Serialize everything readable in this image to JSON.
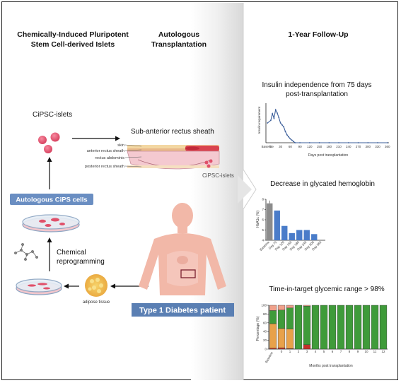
{
  "header": {
    "left_title": "Chemically-Induced Pluripotent",
    "left_title2": "Stem Cell-derived Islets",
    "mid_title": "Autologous",
    "mid_title2": "Transplantation",
    "right_title": "1-Year Follow-Up"
  },
  "left": {
    "islets_label": "CiPSC-islets",
    "cells_label": "Autologous CiPS cells",
    "chem1": "Chemical",
    "chem2": "reprogramming",
    "adipose_label": "adipose tissue",
    "patient_label": "Type 1 Diabetes patient"
  },
  "surgery": {
    "title": "Sub-anterior rectus sheath",
    "layers": [
      "skin",
      "anterior rectus sheath",
      "rectus abdominis",
      "posterior rectus sheath"
    ],
    "islets_tag": "CiPSC-islets"
  },
  "panel1": {
    "title1": "Insulin independence from 75 days",
    "title2": "post-transplantation",
    "ylabel": "Insulin requirement",
    "xlabel": "Days post transplantation",
    "baseline": "Baseline"
  },
  "panel2": {
    "title": "Decrease in glycated hemoglobin",
    "ylabel": "HbA1c (%)"
  },
  "panel3": {
    "title": "Time-in-target glycemic range > 98%",
    "ylabel": "Percentage (%)",
    "xlabel": "Months post transplantation"
  },
  "colors": {
    "accent": "#5a7fb3",
    "bar_blue": "#4a7cc9",
    "bar_grey": "#8c8c8c",
    "green": "#3f9b3a",
    "orange": "#e8a14a",
    "red": "#c4302b",
    "islet": "#e0506a"
  },
  "chart_data": [
    {
      "type": "line",
      "title": "Insulin independence from 75 days post-transplantation",
      "xlabel": "Days post transplantation",
      "ylabel": "Insulin requirement",
      "x_ticks": [
        "Baseline",
        "0",
        "30",
        "60",
        "90",
        "120",
        "150",
        "180",
        "210",
        "240",
        "270",
        "300",
        "330",
        "360"
      ],
      "x": [
        -10,
        0,
        5,
        10,
        15,
        20,
        25,
        30,
        35,
        40,
        45,
        50,
        55,
        60,
        65,
        70,
        75,
        90,
        120,
        150,
        180,
        210,
        240,
        270,
        300,
        330,
        360
      ],
      "y": [
        30,
        34,
        44,
        37,
        50,
        45,
        38,
        30,
        27,
        24,
        17,
        12,
        9,
        6,
        4,
        2,
        0,
        0,
        0,
        0,
        0,
        0,
        0,
        0,
        0,
        0,
        0
      ],
      "ylim": [
        0,
        60
      ]
    },
    {
      "type": "bar",
      "title": "Decrease in glycated hemoglobin",
      "ylabel": "HbA1c (%)",
      "categories": [
        "Baseline",
        "Day 75",
        "Day 120",
        "Day 150",
        "Day 180",
        "Day 240",
        "Day 300",
        "Day 360"
      ],
      "values": [
        7.6,
        6.9,
        5.4,
        4.7,
        5.0,
        5.0,
        4.6,
        0
      ],
      "ylim": [
        4,
        8
      ],
      "y_ticks": [
        "4",
        "5",
        "6",
        "7",
        "8"
      ]
    },
    {
      "type": "bar",
      "stacked": true,
      "title": "Time-in-target glycemic range > 98%",
      "xlabel": "Months post transplantation",
      "ylabel": "Percentage (%)",
      "categories": [
        "Baseline",
        "0",
        "1",
        "2",
        "3",
        "4",
        "5",
        "6",
        "7",
        "8",
        "9",
        "10",
        "11",
        "12"
      ],
      "y_ticks": [
        "0",
        "20",
        "40",
        "60",
        "80",
        "100"
      ],
      "series": [
        {
          "values": [
            2,
            3,
            1,
            0,
            10,
            0,
            0,
            0,
            0,
            0,
            0,
            0,
            0,
            0
          ]
        },
        {
          "values": [
            56,
            44,
            45,
            0,
            0,
            0,
            0,
            0,
            0,
            0,
            0,
            0,
            0,
            0
          ]
        },
        {
          "values": [
            30,
            42,
            48,
            100,
            88,
            100,
            100,
            100,
            100,
            100,
            100,
            100,
            100,
            100
          ]
        },
        {
          "values": [
            12,
            11,
            6,
            0,
            2,
            0,
            0,
            0,
            0,
            0,
            0,
            0,
            0,
            0
          ]
        }
      ]
    }
  ]
}
